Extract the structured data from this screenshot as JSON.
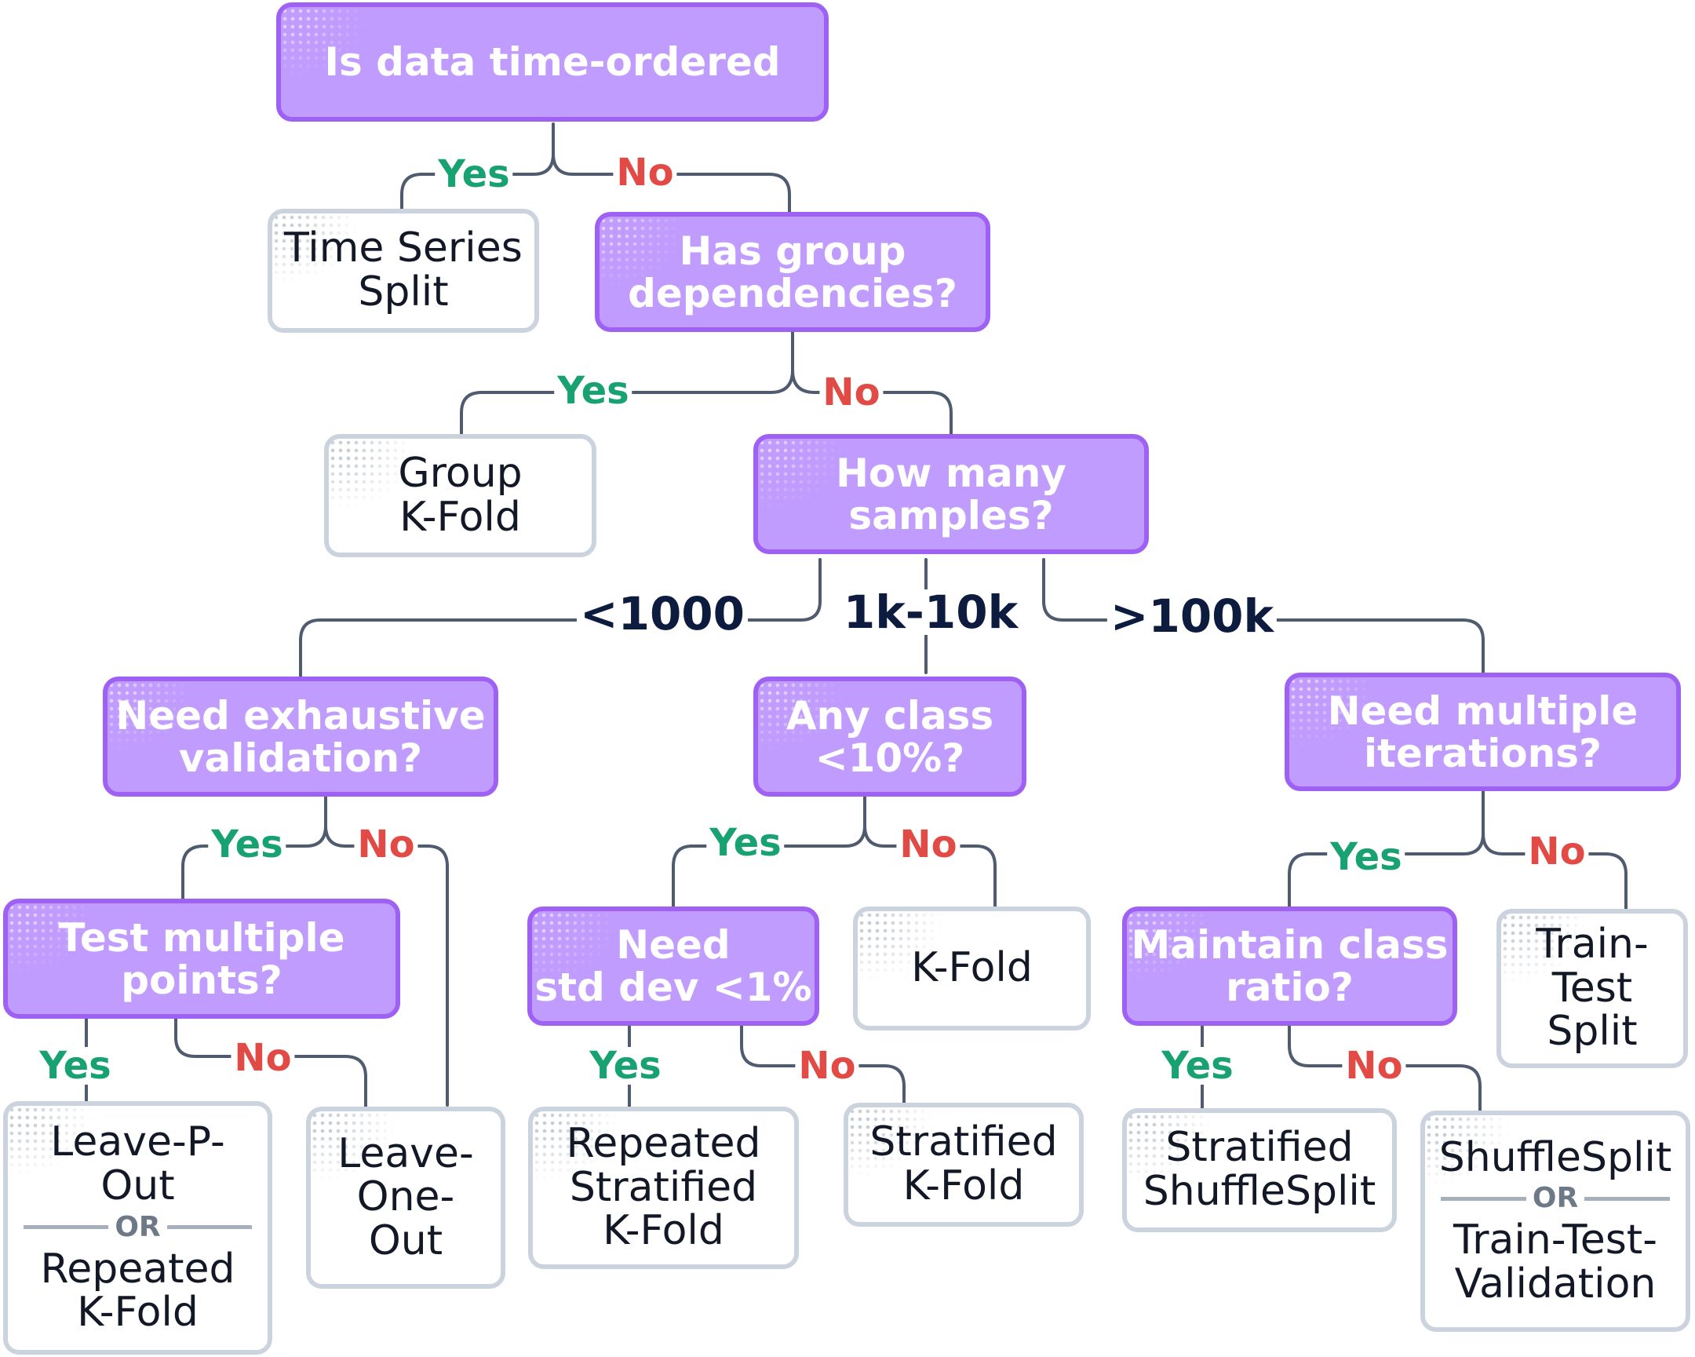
{
  "colors": {
    "question_fill": "#c09cff",
    "question_border": "#9f61f3",
    "answer_border": "#cbd4de",
    "yes": "#18a271",
    "no": "#e14a45",
    "size_label": "#0d1b3e",
    "connector": "#4f5b6e"
  },
  "nodes": {
    "time_ordered": "Is data time-ordered",
    "time_series_split": "Time Series\nSplit",
    "group_dependencies": "Has group\ndependencies?",
    "group_kfold": "Group\nK-Fold",
    "how_many_samples": "How many\nsamples?",
    "exhaustive_validation": "Need exhaustive\nvalidation?",
    "any_class": "Any class\n<10%?",
    "multiple_iterations": "Need multiple\niterations?",
    "test_multiple_points": "Test multiple\npoints?",
    "leave_one_out": "Leave-\nOne-\nOut",
    "need_std_dev": "Need\nstd dev <1%",
    "kfold": "K-Fold",
    "maintain_class_ratio": "Maintain class\nratio?",
    "train_test_split": "Train-\nTest\nSplit",
    "leave_p_out": "Leave-P-\nOut",
    "repeated_kfold": "Repeated\nK-Fold",
    "repeated_stratified_kfold": "Repeated\nStratified\nK-Fold",
    "stratified_kfold": "Stratified\nK-Fold",
    "stratified_shufflesplit": "Stratified\nShuffleSplit",
    "shufflesplit": "ShuffleSplit",
    "train_test_validation": "Train-Test-\nValidation"
  },
  "or_label": "OR",
  "labels": {
    "yes": "Yes",
    "no": "No",
    "lt_1000": "<1000",
    "range_1k_10k": "1k-10k",
    "gt_100k": ">100k"
  }
}
